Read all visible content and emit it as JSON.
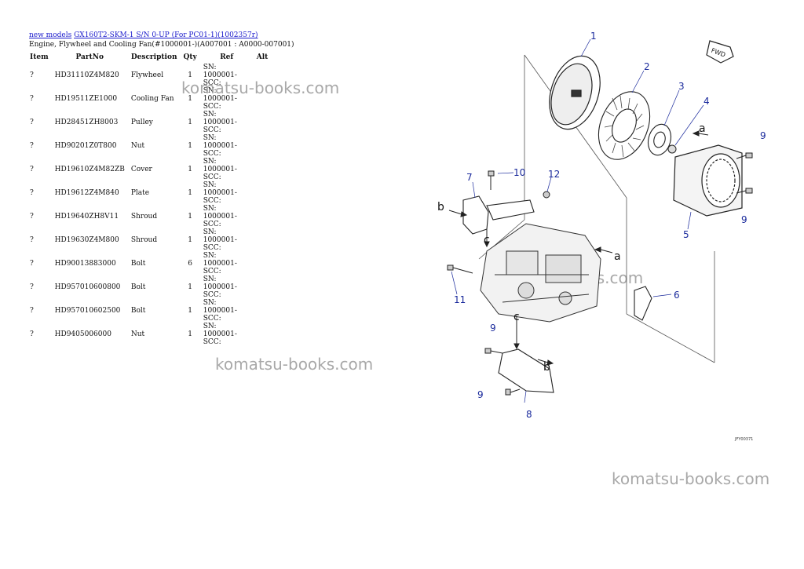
{
  "breadcrumb": {
    "new_models": "new models",
    "model": "GX160T2-SKM-1 S/N 0-UP (For PC01-1)(1002357r)"
  },
  "subtitle": "Engine, Flywheel and Cooling Fan(#1000001-)(A007001 : A0000-007001)",
  "table": {
    "headers": [
      "Item",
      "PartNo",
      "Description",
      "Qty",
      "Ref",
      "Alt"
    ],
    "rows": [
      {
        "item": "?",
        "part": "HD31110Z4M820",
        "desc": "Flywheel",
        "qty": "1",
        "ref": "SN: 1000001-SCC:"
      },
      {
        "item": "?",
        "part": "HD19511ZE1000",
        "desc": "Cooling Fan",
        "qty": "1",
        "ref": "SN: 1000001-SCC:"
      },
      {
        "item": "?",
        "part": "HD28451ZH8003",
        "desc": "Pulley",
        "qty": "1",
        "ref": "SN: 1000001-SCC:"
      },
      {
        "item": "?",
        "part": "HD90201Z0T800",
        "desc": "Nut",
        "qty": "1",
        "ref": "SN: 1000001-SCC:"
      },
      {
        "item": "?",
        "part": "HD19610Z4M82ZB",
        "desc": "Cover",
        "qty": "1",
        "ref": "SN: 1000001-SCC:"
      },
      {
        "item": "?",
        "part": "HD19612Z4M840",
        "desc": "Plate",
        "qty": "1",
        "ref": "SN: 1000001-SCC:"
      },
      {
        "item": "?",
        "part": "HD19640ZH8V11",
        "desc": "Shroud",
        "qty": "1",
        "ref": "SN: 1000001-SCC:"
      },
      {
        "item": "?",
        "part": "HD19630Z4M800",
        "desc": "Shroud",
        "qty": "1",
        "ref": "SN: 1000001-SCC:"
      },
      {
        "item": "?",
        "part": "HD90013883000",
        "desc": "Bolt",
        "qty": "6",
        "ref": "SN: 1000001-SCC:"
      },
      {
        "item": "?",
        "part": "HD957010600800",
        "desc": "Bolt",
        "qty": "1",
        "ref": "SN: 1000001-SCC:"
      },
      {
        "item": "?",
        "part": "HD957010602500",
        "desc": "Bolt",
        "qty": "1",
        "ref": "SN: 1000001-SCC:"
      },
      {
        "item": "?",
        "part": "HD9405006000",
        "desc": "Nut",
        "qty": "1",
        "ref": "SN: 1000001-SCC:"
      }
    ]
  },
  "watermark": "komatsu-books.com",
  "diagram": {
    "fwd_label": "FWD",
    "callouts": [
      "1",
      "2",
      "3",
      "4",
      "5",
      "6",
      "7",
      "8",
      "9",
      "10",
      "11",
      "12"
    ],
    "letters": [
      "a",
      "b",
      "c"
    ],
    "drawing_code": "JFY00371"
  }
}
